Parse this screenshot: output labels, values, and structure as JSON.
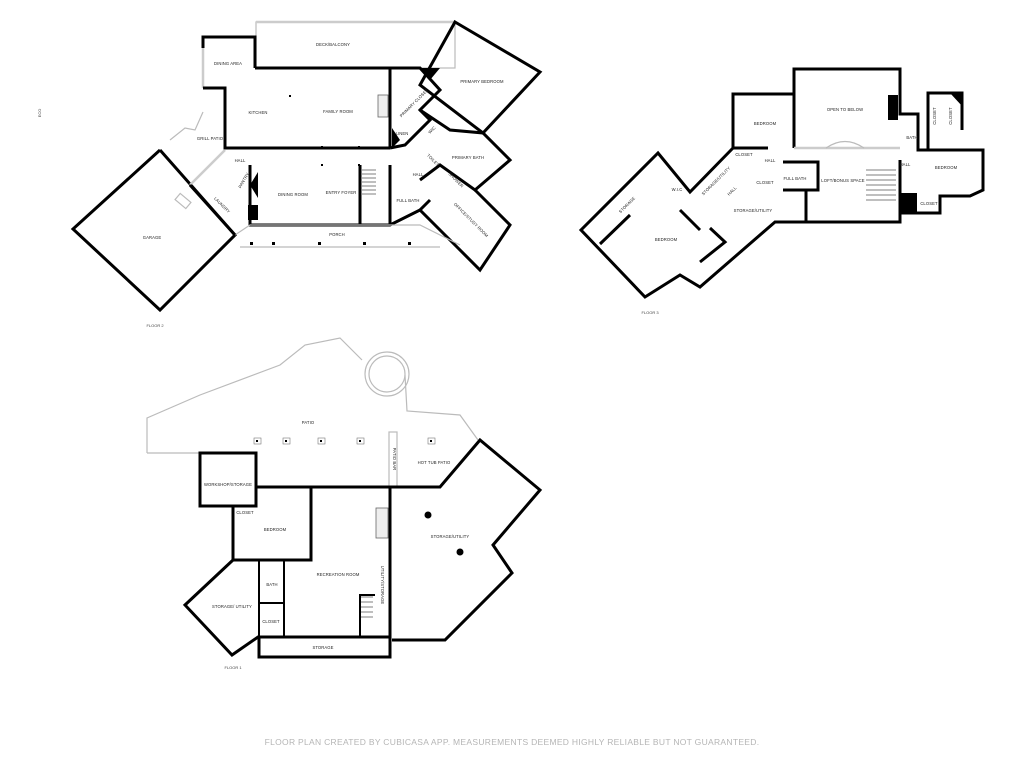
{
  "floor2": {
    "label": "FLOOR 2",
    "side_note": "ECO",
    "rooms": {
      "deck_balcony": "DECK/BALCONY",
      "dining_area": "DINING AREA",
      "kitchen": "KITCHEN",
      "family_room": "FAMILY ROOM",
      "primary_bedroom": "PRIMARY BEDROOM",
      "primary_closet": "PRIMARY CLOSET",
      "linen": "LINEN",
      "wic": "WIC",
      "primary_bath": "PRIMARY BATH",
      "toilet": "TOILET",
      "shower": "SHOWER",
      "hall_right": "HALL",
      "full_bath": "FULL BATH",
      "office": "OFFICE/STUDY ROOM",
      "grill_patio": "GRILL PATIO",
      "hall_left": "HALL",
      "pantry": "PANTRY",
      "laundry": "LAUNDRY",
      "dining_room": "DINING ROOM",
      "entry_foyer": "ENTRY FOYER",
      "porch": "PORCH",
      "garage": "GARAGE"
    }
  },
  "floor3": {
    "label": "FLOOR 3",
    "rooms": {
      "bedroom_top": "BEDROOM",
      "open_to_below": "OPEN TO BELOW",
      "closet_a": "CLOSET",
      "closet_b": "CLOSET",
      "bath": "BATH",
      "hall_right": "HALL",
      "bedroom_right": "BEDROOM",
      "closet_right": "CLOSET",
      "loft": "LOFT/BONUS SPACE",
      "full_bath": "FULL BATH",
      "closet_mid": "CLOSET",
      "closet_top": "CLOSET",
      "hall_mid": "HALL",
      "storage_utility_diag": "STORAGE/UTILITY",
      "hall_diag": "HALL",
      "storage_utility": "STORAGE/UTILITY",
      "wic": "W.I.C",
      "storage": "STORAGE",
      "bedroom_left": "BEDROOM"
    }
  },
  "floor1": {
    "label": "FLOOR 1",
    "rooms": {
      "patio": "PATIO",
      "patio_bar": "PATIO BAR",
      "hot_tub_patio": "HOT TUB PATIO",
      "workshop": "WORKSHOP/STORAGE",
      "closet_top": "CLOSET",
      "bedroom": "BEDROOM",
      "recreation_room": "RECREATION ROOM",
      "utility_storage": "UTILITY/STORAGE",
      "storage_utility_right": "STORAGE/UTILITY",
      "bath": "BATH",
      "storage_utility_left": "STORAGE/ UTILITY",
      "closet": "CLOSET",
      "storage": "STORAGE"
    }
  },
  "footer": "FLOOR PLAN CREATED BY CUBICASA APP. MEASUREMENTS DEEMED HIGHLY RELIABLE BUT NOT GUARANTEED."
}
